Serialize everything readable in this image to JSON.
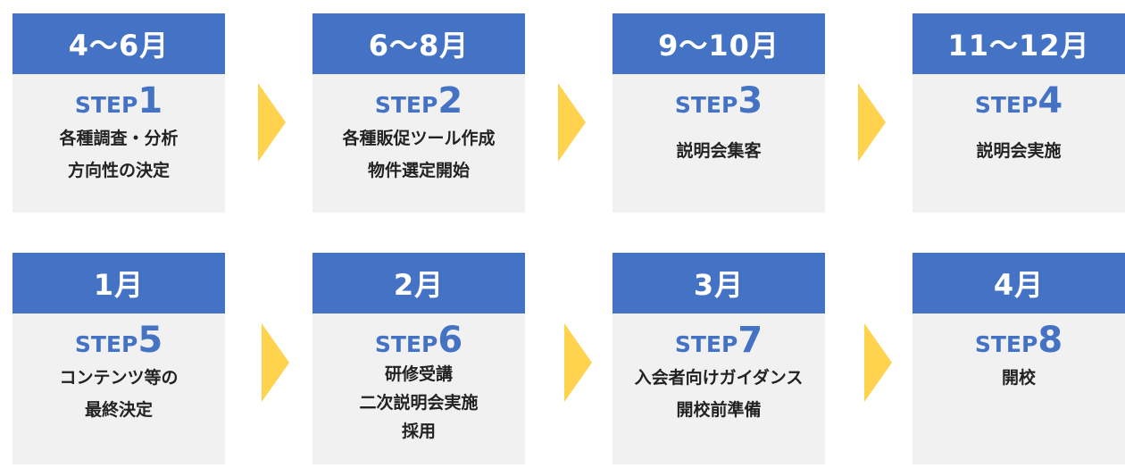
{
  "steps": [
    {
      "period": "4〜6月",
      "step_word": "STEP",
      "step_num": "1",
      "lines": [
        "各種調査・分析",
        "方向性の決定"
      ]
    },
    {
      "period": "6〜8月",
      "step_word": "STEP",
      "step_num": "2",
      "lines": [
        "各種販促ツール作成",
        "物件選定開始"
      ]
    },
    {
      "period": "9〜10月",
      "step_word": "STEP",
      "step_num": "3",
      "lines": [
        "説明会集客"
      ]
    },
    {
      "period": "11〜12月",
      "step_word": "STEP",
      "step_num": "4",
      "lines": [
        "説明会実施"
      ]
    },
    {
      "period": "1月",
      "step_word": "STEP",
      "step_num": "5",
      "lines": [
        "コンテンツ等の",
        "最終決定"
      ]
    },
    {
      "period": "2月",
      "step_word": "STEP",
      "step_num": "6",
      "lines": [
        "研修受講",
        "二次説明会実施",
        "採用"
      ]
    },
    {
      "period": "3月",
      "step_word": "STEP",
      "step_num": "7",
      "lines": [
        "入会者向けガイダンス",
        "開校前準備"
      ]
    },
    {
      "period": "4月",
      "step_word": "STEP",
      "step_num": "8",
      "lines": [
        "開校"
      ]
    }
  ],
  "colors": {
    "header": "#4472c4",
    "step_text": "#4472c4",
    "card_bg": "#f1f1f1",
    "arrow": "#ffd34d"
  }
}
